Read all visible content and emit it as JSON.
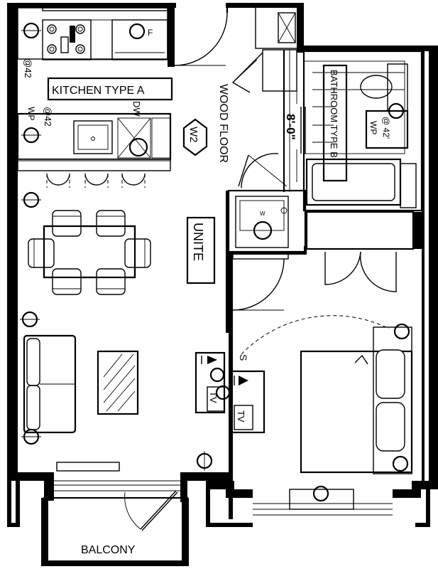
{
  "labels": {
    "kitchen": "KITCHEN TYPE A",
    "bathroom": "BATHROOM TYPE B",
    "wood_floor": "WOOD FLOOR",
    "unit": "UNITE",
    "balcony": "BALCONY",
    "dim": "8'-0\"",
    "w2": "W2",
    "dw": "DW",
    "wp": "WP",
    "at42": "@42",
    "at42_b": "@ 42'",
    "f": "F",
    "s": "S",
    "tv": "TV",
    "w": "W"
  }
}
